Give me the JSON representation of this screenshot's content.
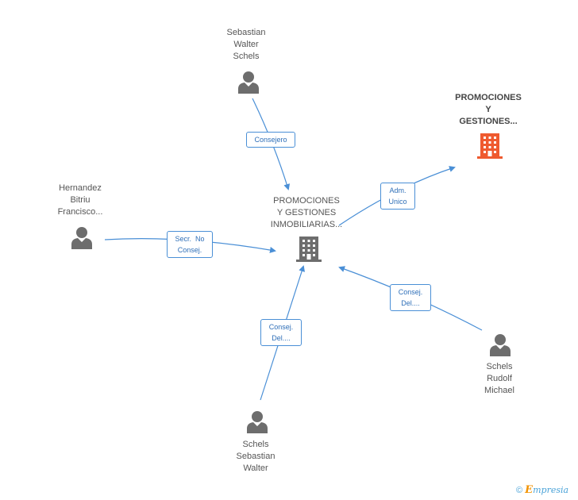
{
  "nodes": {
    "center": {
      "lines": [
        "PROMOCIONES",
        "Y GESTIONES",
        "INMOBILIARIAS..."
      ],
      "icon": "building-icon",
      "color": "#6d6d6d"
    },
    "top_right": {
      "lines": [
        "PROMOCIONES",
        "Y",
        "GESTIONES..."
      ],
      "icon": "building-icon",
      "color": "#ef5a2f"
    },
    "p_top": {
      "lines": [
        "Sebastian",
        "Walter",
        "Schels"
      ],
      "icon": "person-icon"
    },
    "p_left": {
      "lines": [
        "Hernandez",
        "Bitriu",
        "Francisco..."
      ],
      "icon": "person-icon"
    },
    "p_bottom": {
      "lines": [
        "Schels",
        "Sebastian",
        "Walter"
      ],
      "icon": "person-icon"
    },
    "p_right": {
      "lines": [
        "Schels",
        "Rudolf",
        "Michael"
      ],
      "icon": "person-icon"
    }
  },
  "edges": {
    "consejero": {
      "lines": [
        "Consejero"
      ]
    },
    "adm": {
      "lines": [
        "Adm.",
        "Unico"
      ]
    },
    "secr": {
      "lines": [
        "Secr.  No",
        "Consej."
      ]
    },
    "consej_bottom": {
      "lines": [
        "Consej.",
        "Del...."
      ]
    },
    "consej_right": {
      "lines": [
        "Consej.",
        "Del...."
      ]
    }
  },
  "colors": {
    "edge": "#4a8fd6",
    "person": "#6d6d6d",
    "label_text": "#555555"
  },
  "footer": {
    "copyright": "©",
    "e": "E",
    "brand_rest": "mpresia"
  }
}
